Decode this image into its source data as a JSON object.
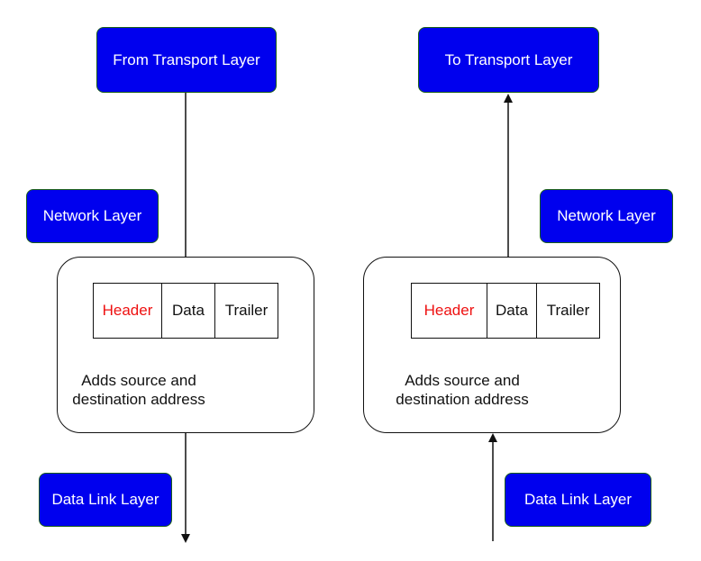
{
  "left": {
    "top_box": "From Transport Layer",
    "side_box": "Network Layer",
    "bottom_box": "Data Link Layer",
    "frame": {
      "header": "Header",
      "data": "Data",
      "trailer": "Trailer"
    },
    "note": "Adds source and destination address"
  },
  "right": {
    "top_box": "To Transport Layer",
    "side_box": "Network Layer",
    "bottom_box": "Data Link Layer",
    "frame": {
      "header": "Header",
      "data": "Data",
      "trailer": "Trailer"
    },
    "note": "Adds source and destination address"
  },
  "colors": {
    "box_fill": "#0000ee",
    "box_border": "#1a5e1a",
    "header_text": "#ee1111"
  }
}
